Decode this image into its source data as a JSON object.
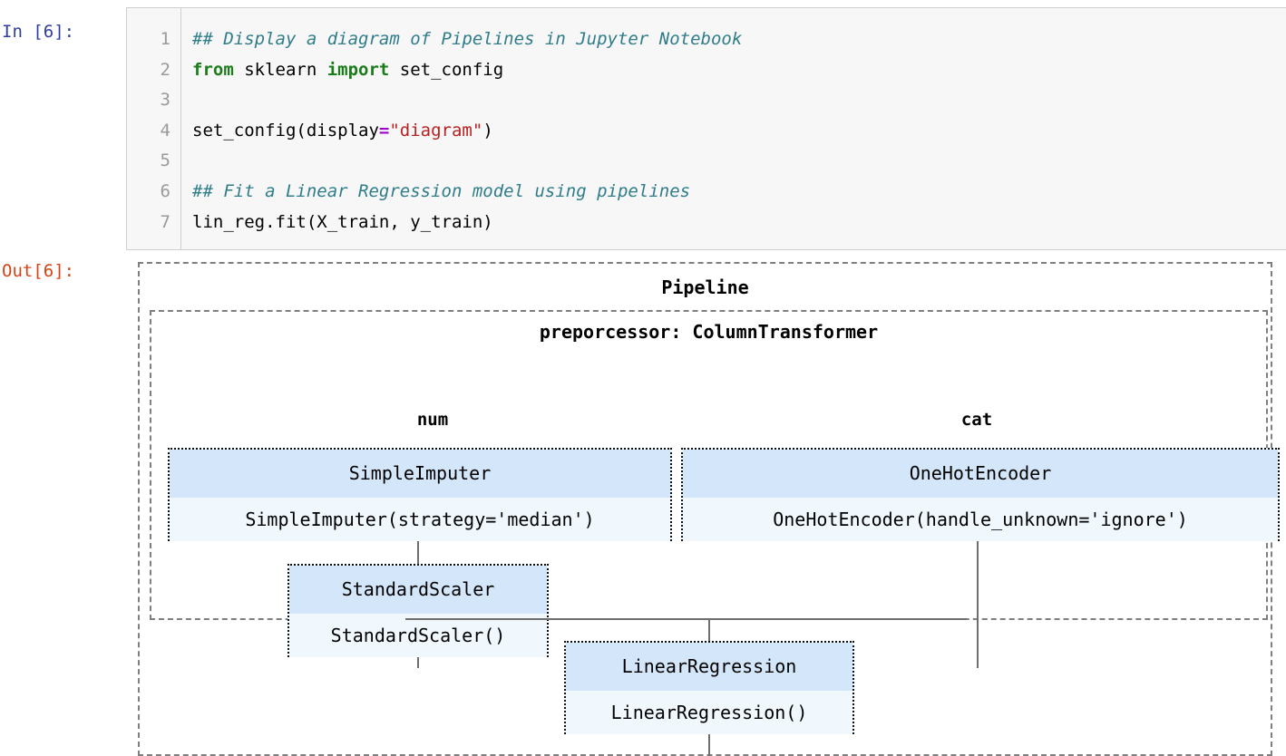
{
  "notebook": {
    "in_prompt": "In [6]:",
    "out_prompt": "Out[6]:",
    "execution_count": 6
  },
  "code_cell": {
    "line_numbers": [
      "1",
      "2",
      "3",
      "4",
      "5",
      "6",
      "7"
    ],
    "lines": [
      {
        "number": "1",
        "text": "## Display a diagram of Pipelines in Jupyter Notebook",
        "tokens": [
          {
            "t": "## Display a diagram of Pipelines in Jupyter Notebook",
            "c": "tok-comment"
          }
        ]
      },
      {
        "number": "2",
        "text": "from sklearn import set_config",
        "tokens": [
          {
            "t": "from",
            "c": "tok-kw"
          },
          {
            "t": " sklearn ",
            "c": "tok-plain"
          },
          {
            "t": "import",
            "c": "tok-kw"
          },
          {
            "t": " set_config",
            "c": "tok-plain"
          }
        ]
      },
      {
        "number": "3",
        "text": "",
        "tokens": []
      },
      {
        "number": "4",
        "text": "set_config(display=\"diagram\")",
        "tokens": [
          {
            "t": "set_config(display",
            "c": "tok-plain"
          },
          {
            "t": "=",
            "c": "tok-op"
          },
          {
            "t": "\"diagram\"",
            "c": "tok-str"
          },
          {
            "t": ")",
            "c": "tok-plain"
          }
        ]
      },
      {
        "number": "5",
        "text": "",
        "tokens": []
      },
      {
        "number": "6",
        "text": "## Fit a Linear Regression model using pipelines",
        "tokens": [
          {
            "t": "## Fit a Linear Regression model using pipelines",
            "c": "tok-comment"
          }
        ]
      },
      {
        "number": "7",
        "text": "lin_reg.fit(X_train, y_train)",
        "tokens": [
          {
            "t": "lin_reg.fit(X_train, y_train)",
            "c": "tok-plain"
          }
        ]
      }
    ]
  },
  "diagram": {
    "pipeline_title": "Pipeline",
    "column_transformer_title": "preporcessor: ColumnTransformer",
    "column_labels": {
      "numeric": "num",
      "categorical": "cat"
    },
    "estimators": {
      "simple_imputer": {
        "name": "SimpleImputer",
        "repr": "SimpleImputer(strategy='median')"
      },
      "one_hot_encoder": {
        "name": "OneHotEncoder",
        "repr": "OneHotEncoder(handle_unknown='ignore')"
      },
      "standard_scaler": {
        "name": "StandardScaler",
        "repr": "StandardScaler()"
      },
      "linear_regression": {
        "name": "LinearRegression",
        "repr": "LinearRegression()"
      }
    }
  },
  "colors": {
    "in_prompt": "#303f9f",
    "out_prompt": "#d84315",
    "code_background": "#f7f7f7",
    "comment": "#307d8a",
    "keyword": "#197d19",
    "string": "#ba2121",
    "operator": "#9a02c8",
    "estimator_header": "#d4e6f9",
    "estimator_body": "#f0f8fe",
    "dashed_border": "#7f7f7f",
    "connector": "#6e6e6e"
  }
}
